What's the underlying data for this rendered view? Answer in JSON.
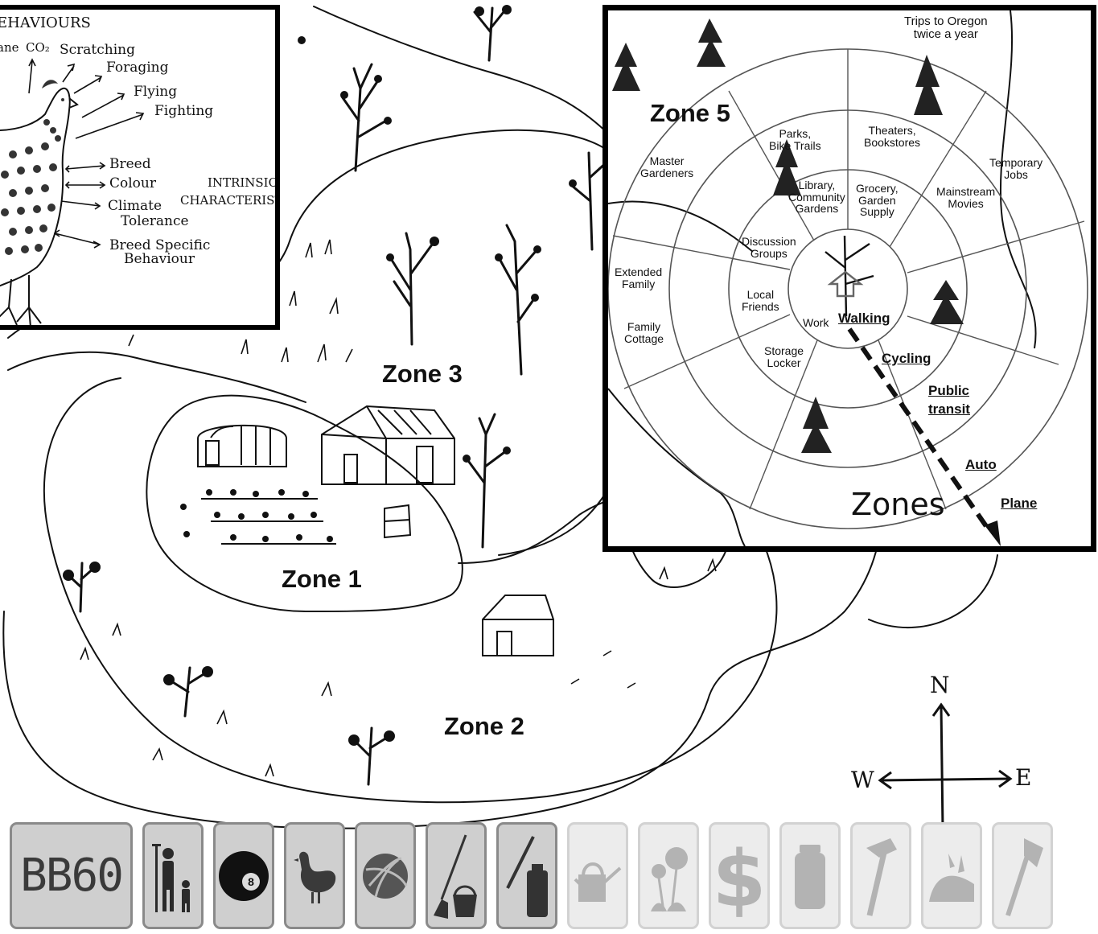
{
  "map": {
    "zones": [
      "Zone 1",
      "Zone 2",
      "Zone 3"
    ]
  },
  "inset_left": {
    "heading": "EHAVIOURS",
    "behaviours": [
      "ane",
      "CO₂",
      "Scratching",
      "Foraging",
      "Flying",
      "Fighting"
    ],
    "traits": [
      "Breed",
      "Colour",
      "Climate",
      "Tolerance",
      "Breed Specific",
      "Behaviour"
    ],
    "category": [
      "INTRINSIC",
      "CHARACTERISTICS"
    ]
  },
  "inset_right": {
    "title": "Zone 5",
    "big_label": "Zones",
    "trips": [
      "Trips to Oregon",
      "twice a year"
    ],
    "labels": {
      "theaters": [
        "Theaters,",
        "Bookstores"
      ],
      "parks": [
        "Parks,",
        "Bike Trails"
      ],
      "master": [
        "Master",
        "Gardeners"
      ],
      "temporary": [
        "Temporary",
        "Jobs"
      ],
      "mainstream": [
        "Mainstream",
        "Movies"
      ],
      "library": [
        "Library,",
        "Community",
        "Gardens"
      ],
      "grocery": [
        "Grocery,",
        "Garden",
        "Supply"
      ],
      "discussion": [
        "Discussion",
        "Groups"
      ],
      "extended": [
        "Extended",
        "Family"
      ],
      "family_cottage": [
        "Family",
        "Cottage"
      ],
      "local": [
        "Local",
        "Friends"
      ],
      "work": "Work",
      "storage": [
        "Storage",
        "Locker"
      ]
    },
    "modes": [
      "Walking",
      "Cycling",
      "Public",
      "transit",
      "Auto",
      "Plane"
    ]
  },
  "compass": {
    "n": "N",
    "w": "W",
    "e": "E"
  },
  "toolbar": {
    "badge": "BB60",
    "tools": [
      {
        "icon": "badge-bb60",
        "active": true
      },
      {
        "icon": "family-icon",
        "active": true
      },
      {
        "icon": "eight-ball-icon",
        "active": true
      },
      {
        "icon": "chicken-icon",
        "active": true
      },
      {
        "icon": "yarn-ball-icon",
        "active": true
      },
      {
        "icon": "broom-bucket-icon",
        "active": true
      },
      {
        "icon": "dropper-bottle-icon",
        "active": true
      },
      {
        "icon": "watering-can-icon",
        "active": false
      },
      {
        "icon": "dandelion-icon",
        "active": false
      },
      {
        "icon": "dollar-icon",
        "active": false
      },
      {
        "icon": "jar-icon",
        "active": false
      },
      {
        "icon": "hammer-icon",
        "active": false
      },
      {
        "icon": "compost-icon",
        "active": false
      },
      {
        "icon": "axe-icon",
        "active": false
      }
    ]
  }
}
